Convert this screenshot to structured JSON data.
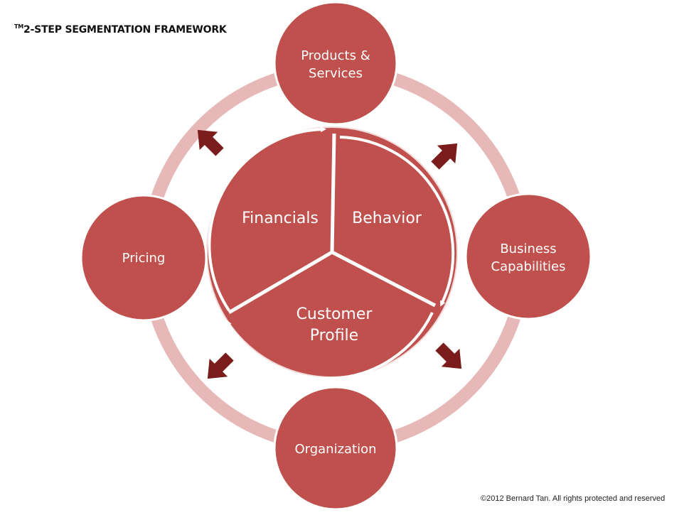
{
  "title": {
    "tm_mark": "TM",
    "text": "2-STEP SEGMENTATION FRAMEWORK"
  },
  "inner_segments": {
    "financials": "Financials",
    "behavior": "Behavior",
    "customer_profile_line1": "Customer",
    "customer_profile_line2": "Profile"
  },
  "outer_nodes": {
    "products_services_line1": "Products &",
    "products_services_line2": "Services",
    "business_capabilities_line1": "Business",
    "business_capabilities_line2": "Capabilities",
    "organization": "Organization",
    "pricing": "Pricing"
  },
  "copyright": "©2012 Bernard Tan. All rights protected and reserved",
  "colors": {
    "node_fill": "#c0504d",
    "node_stroke": "#ffffff",
    "ring": "#e6b9b8",
    "arrow": "#7b1c1c",
    "inner_fill": "#c0504d"
  }
}
